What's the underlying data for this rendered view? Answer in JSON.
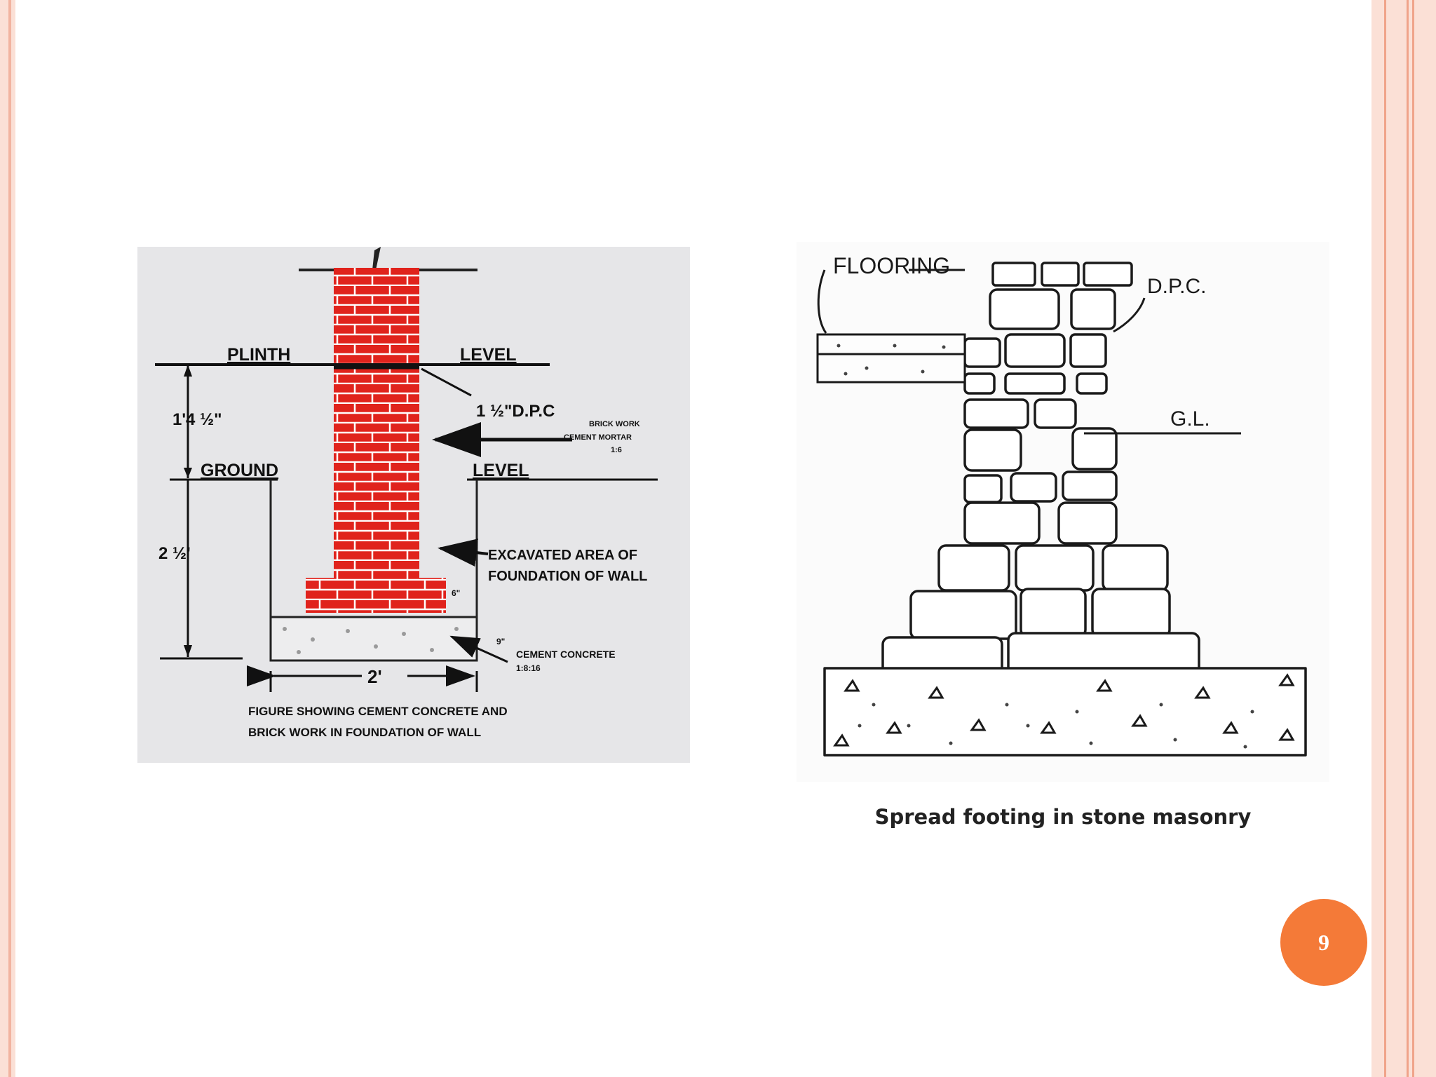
{
  "slide": {
    "page_number": "9"
  },
  "figure_left": {
    "plinth": "PLINTH",
    "level_top": "LEVEL",
    "height_plinth": "1'4 ½\"",
    "dpc": "1 ½\"D.P.C",
    "brick_work_1": "BRICK WORK",
    "brick_work_2": "CEMENT MORTAR",
    "brick_work_3": "1:6",
    "ground": "GROUND",
    "level_ground": "LEVEL",
    "depth": "2 ½'",
    "excavated_1": "EXCAVATED AREA OF",
    "excavated_2": "FOUNDATION OF WALL",
    "offset_6": "6\"",
    "offset_9": "9\"",
    "concrete_1": "CEMENT CONCRETE",
    "concrete_2": "1:8:16",
    "width": "2'",
    "caption_1": "FIGURE SHOWING CEMENT CONCRETE AND",
    "caption_2": "BRICK WORK IN FOUNDATION OF WALL",
    "colors": {
      "brick": "#e0231c",
      "background": "#e6e6e8",
      "concrete": "#e9e9ea"
    }
  },
  "figure_right": {
    "flooring": "FLOORING",
    "dpc": "D.P.C.",
    "gl": "G.L.",
    "caption": "Spread footing in stone masonry"
  },
  "theme": {
    "accent": "#f47a38",
    "border": "#fbe0d6"
  }
}
